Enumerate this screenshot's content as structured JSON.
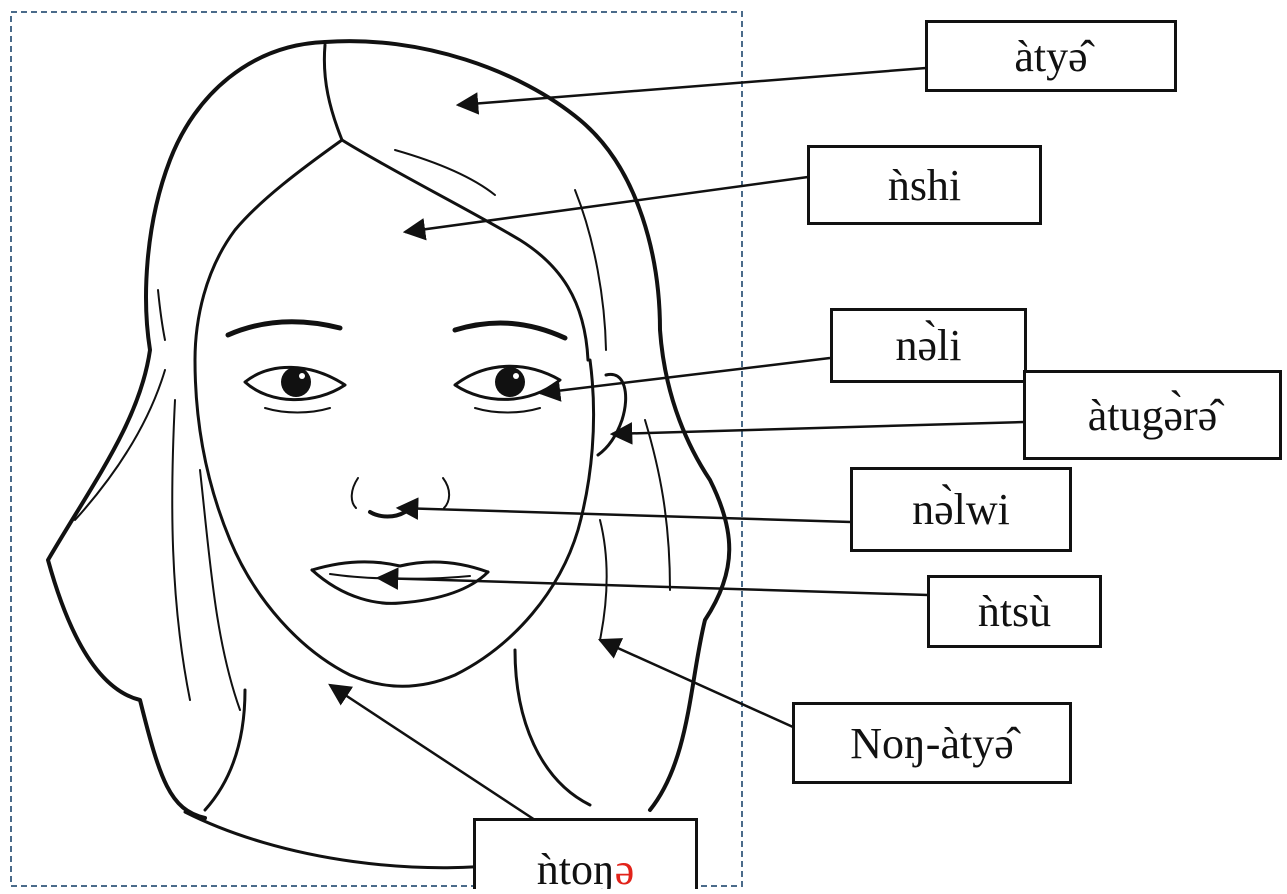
{
  "labels": {
    "hair": "àtyə̂",
    "forehead": "ǹshi",
    "eye": "nə̀li",
    "ear": "àtugə̀rə̂",
    "nose": "nə̀lwi",
    "mouth": "ǹtsù",
    "hair_strand": "Noŋ-àtyə̂",
    "neck_main": "ǹtoŋ",
    "neck_suffix": "ə"
  },
  "colors": {
    "line": "#111111",
    "frame_dash": "#4a6b8a",
    "highlight": "#e2231a"
  }
}
